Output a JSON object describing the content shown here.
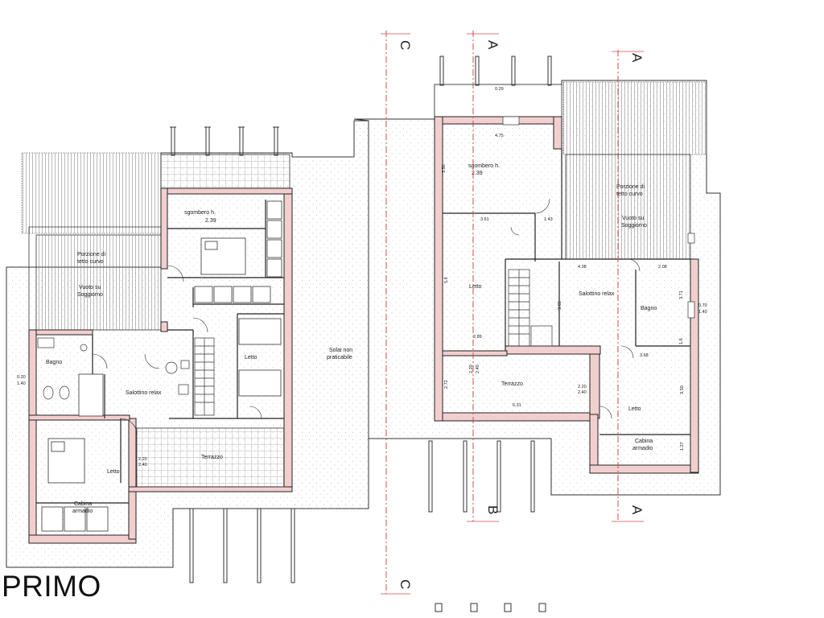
{
  "title": "PRIMO",
  "section_markers": {
    "c_top": "C",
    "c_bottom": "C",
    "a_top": "A",
    "a_bottom": "A",
    "a_mid_top": "A",
    "b_bottom": "B"
  },
  "left_plan": {
    "rooms": {
      "sgombero": "sgombero h.",
      "sgombero_h": "2.39",
      "porzione_1": "Porzione di",
      "porzione_2": "tetto curvo",
      "vuoto_1": "Vuoto su",
      "vuoto_2": "Soggiorno",
      "bagno": "Bagno",
      "bagno_dim_1": "0.20",
      "bagno_dim_2": "1.40",
      "salottino": "Salottino relax",
      "letto_right": "Letto",
      "letto_left": "Letto",
      "solai_1": "Solai non",
      "solai_2": "praticabile",
      "terrazzo": "Terrazzo",
      "terrazzo_dim_1": "2.20",
      "terrazzo_dim_2": "2.40",
      "cabina_1": "Cabina",
      "cabina_2": "armadio"
    }
  },
  "right_plan": {
    "rooms": {
      "sgombero": "sgombero h.",
      "sgombero_h": "2.39",
      "porzione_1": "Porzione di",
      "porzione_2": "tetto curvo",
      "vuoto_1": "Vuoto su",
      "vuoto_2": "Soggiorno",
      "letto_left": "Letto",
      "salottino": "Salottino relax",
      "bagno": "Bagno",
      "bagno_dim_1": "0.70",
      "bagno_dim_2": "1.40",
      "terrazzo": "Terrazzo",
      "terrazzo_dim_1": "2.20",
      "terrazzo_dim_2": "2.40",
      "terrazzo_side_1": "2.20",
      "terrazzo_side_2": "2.40",
      "letto_right": "Letto",
      "cabina_1": "Cabina",
      "cabina_2": "armadio"
    },
    "dimensions": {
      "top_width": "0.29",
      "sgombero_w": "4.75",
      "sgombero_d": "3.50",
      "room_w": "3.61",
      "door_w": "1.43",
      "salottino_w": "4.38",
      "bagno_w": "2.08",
      "salottino_d": "3.65",
      "bagno_side": "3.71",
      "letto_d": "5.8",
      "letto_w": "2.89",
      "terrazzo_w": "6.31",
      "terrazzo_d": "2.72",
      "letto2_w": "3.68",
      "letto2_d": "3.50",
      "cabina_d": "1.27",
      "bagno_h": "1.6"
    }
  }
}
